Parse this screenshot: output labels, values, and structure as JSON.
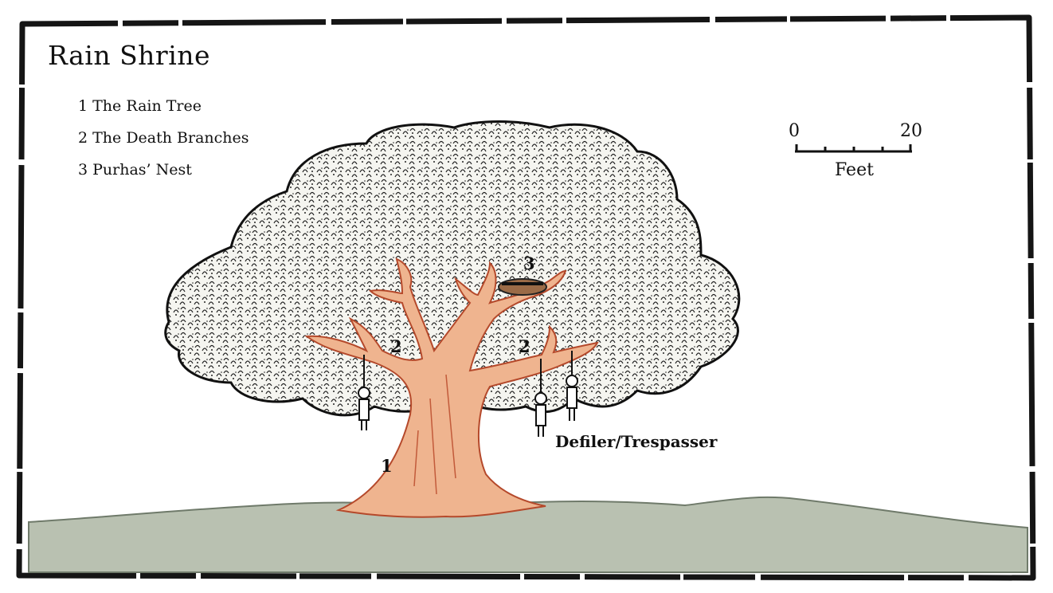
{
  "map": {
    "title": "Rain Shrine",
    "legend": [
      "1 The Rain Tree",
      "2 The Death Branches",
      "3 Purhas’ Nest"
    ],
    "scale_bar": {
      "min_label": "0",
      "max_label": "20",
      "unit_label": "Feet"
    },
    "markers": {
      "tree": "1",
      "branch_left": "2",
      "branch_right": "2",
      "nest": "3"
    },
    "annotation": "Defiler/Trespasser",
    "colors": {
      "trunk": "#efb48f",
      "trunk_line": "#b5492b",
      "ground": "#b9c1b1",
      "ground_edge": "#6f7a6a",
      "canopy": "#f4f4f0",
      "border": "#151515"
    }
  }
}
